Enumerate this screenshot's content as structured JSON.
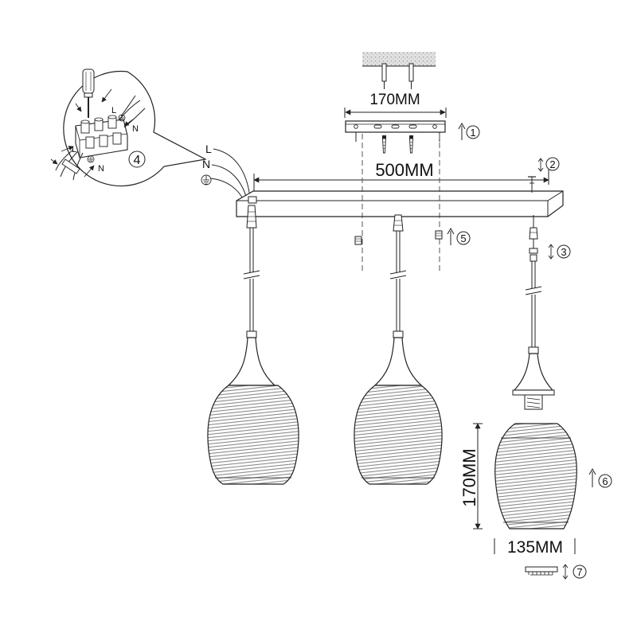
{
  "dimensions": {
    "bracket_width": "170MM",
    "bar_length": "500MM",
    "shade_height": "170MM",
    "shade_width": "135MM"
  },
  "wire_labels": {
    "live": "L",
    "neutral": "N",
    "ground_symbol": "earth-ground-icon"
  },
  "steps": [
    "1",
    "2",
    "3",
    "4",
    "5",
    "6",
    "7"
  ],
  "colors": {
    "line": "#222222",
    "shade_stripe": "#8a8a8a",
    "ceiling_hatch": "#bdbdbd"
  }
}
